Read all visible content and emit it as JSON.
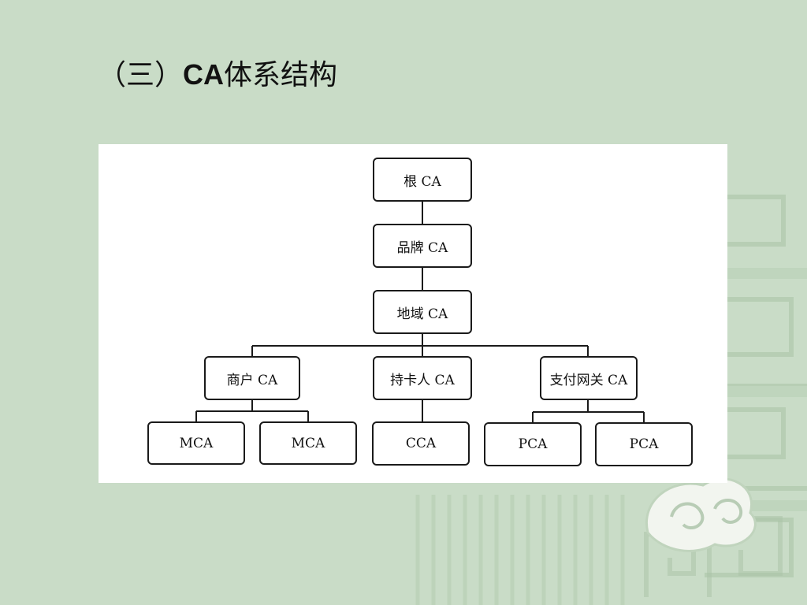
{
  "slide": {
    "title_prefix": "（三）",
    "title_ca": "CA",
    "title_suffix": "体系结构"
  },
  "diagram": {
    "nodes": {
      "root": "根 CA",
      "brand": "品牌 CA",
      "region": "地域 CA",
      "merchant": "商户 CA",
      "cardholder": "持卡人 CA",
      "gateway": "支付网关 CA",
      "mca_1": "MCA",
      "mca_2": "MCA",
      "cca": "CCA",
      "pca_1": "PCA",
      "pca_2": "PCA"
    }
  },
  "colors": {
    "background": "#c9dcc7",
    "panel": "#ffffff",
    "line": "#1a1a1a"
  }
}
